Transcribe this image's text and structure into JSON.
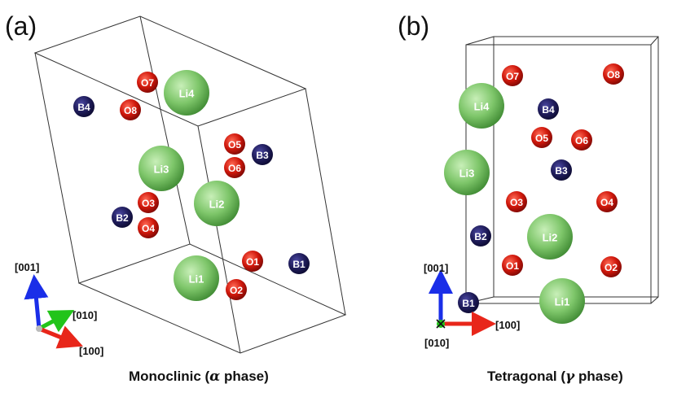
{
  "panel_a": {
    "label": "(a)",
    "caption_prefix": "Monoclinic (",
    "caption_symbol": "α",
    "caption_suffix": " phase)",
    "atoms": [
      {
        "name": "O7",
        "type": "O"
      },
      {
        "name": "Li4",
        "type": "Li"
      },
      {
        "name": "B4",
        "type": "B"
      },
      {
        "name": "O8",
        "type": "O"
      },
      {
        "name": "O5",
        "type": "O"
      },
      {
        "name": "B3",
        "type": "B"
      },
      {
        "name": "O6",
        "type": "O"
      },
      {
        "name": "Li3",
        "type": "Li"
      },
      {
        "name": "Li2",
        "type": "Li"
      },
      {
        "name": "O3",
        "type": "O"
      },
      {
        "name": "B2",
        "type": "B"
      },
      {
        "name": "O4",
        "type": "O"
      },
      {
        "name": "O1",
        "type": "O"
      },
      {
        "name": "B1",
        "type": "B"
      },
      {
        "name": "Li1",
        "type": "Li"
      },
      {
        "name": "O2",
        "type": "O"
      }
    ],
    "axes": {
      "z": "[001]",
      "y": "[010]",
      "x": "[100]"
    }
  },
  "panel_b": {
    "label": "(b)",
    "caption_prefix": "Tetragonal (",
    "caption_symbol": "γ",
    "caption_suffix": " phase)",
    "atoms": [
      {
        "name": "O7",
        "type": "O"
      },
      {
        "name": "O8",
        "type": "O"
      },
      {
        "name": "Li4",
        "type": "Li"
      },
      {
        "name": "B4",
        "type": "B"
      },
      {
        "name": "O5",
        "type": "O"
      },
      {
        "name": "O6",
        "type": "O"
      },
      {
        "name": "Li3",
        "type": "Li"
      },
      {
        "name": "B3",
        "type": "B"
      },
      {
        "name": "O3",
        "type": "O"
      },
      {
        "name": "O4",
        "type": "O"
      },
      {
        "name": "B2",
        "type": "B"
      },
      {
        "name": "Li2",
        "type": "Li"
      },
      {
        "name": "O1",
        "type": "O"
      },
      {
        "name": "O2",
        "type": "O"
      },
      {
        "name": "B1",
        "type": "B"
      },
      {
        "name": "Li1",
        "type": "Li"
      }
    ],
    "axes": {
      "z": "[001]",
      "y": "[010]",
      "x": "[100]"
    }
  },
  "colors": {
    "O": "#c8140a",
    "B": "#1c1a52",
    "Li": "#7ec66a",
    "x_axis": "#e8261a",
    "y_axis": "#22c41a",
    "z_axis": "#1a2ee8"
  }
}
